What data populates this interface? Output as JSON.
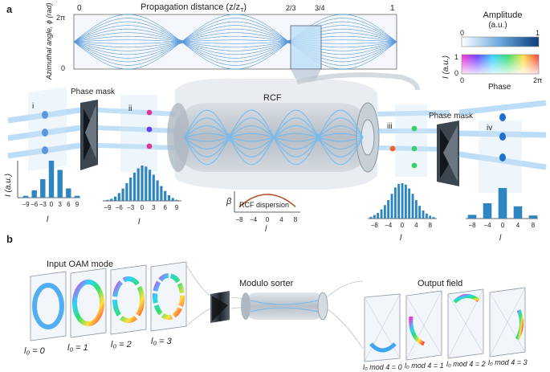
{
  "panel_a": {
    "label": "a",
    "propagation_title": "Propagation distance (z/z",
    "propagation_title_sub": "T",
    "propagation_title_end": ")",
    "z_ticks": [
      "0",
      "2/3",
      "3/4",
      "1"
    ],
    "y_axis_label": "Azimuthal angle, ϕ (rad)",
    "y_ticks": [
      "2π",
      "0"
    ],
    "colorbar_title": "Amplitude",
    "colorbar_unit": "(a.u.)",
    "colorbar_ticks": [
      "0",
      "1"
    ],
    "phase_axis_ylabel": "I (a.u.)",
    "phase_yticks": [
      "1",
      "0"
    ],
    "phase_xlabel": "Phase",
    "phase_xticks": [
      "0",
      "2π"
    ],
    "phase_mask_left": "Phase mask",
    "phase_mask_right": "Phase mask",
    "rcf_label": "RCF",
    "stage_labels": [
      "i",
      "ii",
      "iii",
      "iv"
    ],
    "dispersion_ylabel": "β",
    "dispersion_title": "RCF dispersion",
    "dispersion_xticks": [
      "−8",
      "−4",
      "0",
      "4",
      "8"
    ],
    "dispersion_xlabel": "l",
    "hist1_ylabel": "I (a.u.)",
    "hist1_xlabel": "l",
    "hist1_xticks": [
      "−9",
      "−6",
      "−3",
      "0",
      "3",
      "6",
      "9"
    ],
    "hist2_xlabel": "l",
    "hist2_xticks": [
      "−9",
      "−6",
      "−3",
      "0",
      "3",
      "6",
      "9"
    ],
    "hist3_xlabel": "l",
    "hist3_xticks": [
      "−8",
      "−4",
      "0",
      "4",
      "8"
    ],
    "hist4_xlabel": "l",
    "hist4_xticks": [
      "−8",
      "−4",
      "0",
      "4",
      "8"
    ]
  },
  "panel_b": {
    "label": "b",
    "input_title": "Input OAM mode",
    "input_modes": [
      "l₀ = 0",
      "l₀ = 1",
      "l₀ = 2",
      "l₀ = 3"
    ],
    "sorter_title": "Modulo sorter",
    "output_title": "Output field",
    "output_modes": [
      "l₀ mod 4 = 0",
      "l₀ mod 4 = 1",
      "l₀ mod 4 = 2",
      "l₀ mod 4 = 3"
    ]
  },
  "chart_data": [
    {
      "type": "bar",
      "name": "hist1",
      "x": [
        -9,
        -6,
        -3,
        0,
        3,
        6,
        9
      ],
      "values": [
        0.05,
        0.2,
        0.5,
        1.0,
        0.75,
        0.25,
        0.05
      ],
      "xlabel": "l",
      "ylabel": "I (a.u.)"
    },
    {
      "type": "bar",
      "name": "hist2",
      "x": [
        -9,
        -8,
        -7,
        -6,
        -5,
        -4,
        -3,
        -2,
        -1,
        0,
        1,
        2,
        3,
        4,
        5,
        6,
        7,
        8,
        9
      ],
      "values": [
        0.03,
        0.06,
        0.12,
        0.22,
        0.35,
        0.5,
        0.66,
        0.8,
        0.92,
        1.0,
        0.97,
        0.88,
        0.74,
        0.58,
        0.42,
        0.28,
        0.16,
        0.08,
        0.03
      ],
      "xlabel": "l"
    },
    {
      "type": "bar",
      "name": "hist3",
      "x": [
        -9,
        -8,
        -7,
        -6,
        -5,
        -4,
        -3,
        -2,
        -1,
        0,
        1,
        2,
        3,
        4,
        5,
        6,
        7,
        8,
        9
      ],
      "values": [
        0.05,
        0.1,
        0.16,
        0.26,
        0.38,
        0.52,
        0.7,
        0.88,
        0.98,
        1.0,
        0.96,
        0.85,
        0.7,
        0.52,
        0.36,
        0.23,
        0.14,
        0.08,
        0.04
      ],
      "xlabel": "l"
    },
    {
      "type": "bar",
      "name": "hist4",
      "x": [
        -8,
        -4,
        0,
        4,
        8
      ],
      "values": [
        0.12,
        0.5,
        1.0,
        0.4,
        0.1
      ],
      "xlabel": "l"
    },
    {
      "type": "line",
      "name": "RCF dispersion",
      "x": [
        -8,
        -4,
        0,
        4,
        8
      ],
      "values": [
        0.3,
        0.85,
        1.0,
        0.85,
        0.3
      ],
      "xlabel": "l",
      "ylabel": "β"
    }
  ],
  "colors": {
    "beam": "#6ab8f0",
    "dark_blue": "#0b3d7a",
    "bar_blue": "#2e86c1",
    "dispersion_curve": "#b5532a",
    "magenta": "#e0339a",
    "green": "#3bd16a",
    "orange": "#f0602a"
  }
}
